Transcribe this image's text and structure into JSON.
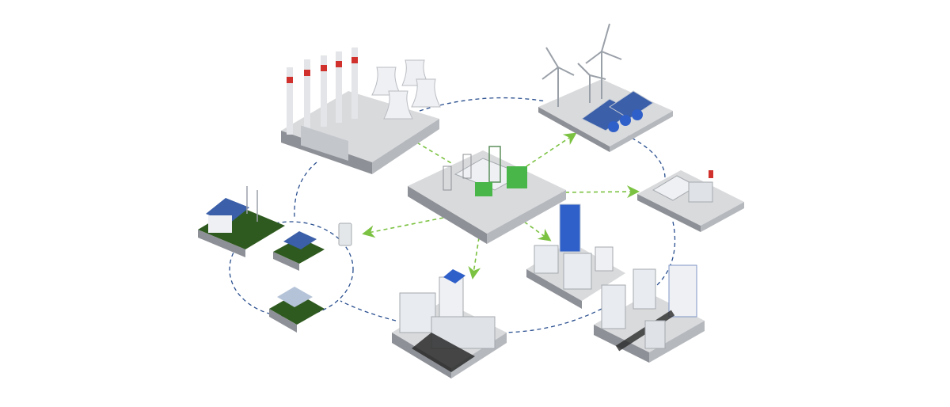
{
  "colors": {
    "background": "#ffffff",
    "link_dashed": "#2a4f8f",
    "flow_arrow": "#7cc242",
    "platform_top": "#d9dadc",
    "platform_side": "#8d9096",
    "building": "#e8ebef",
    "glass_blue": "#2f5fc9",
    "solar": "#3b5fa8",
    "grass": "#2f5a1f",
    "substation_green": "#49b649",
    "chimney_red": "#d0312d"
  },
  "nodes": [
    {
      "id": "thermal-power-plant",
      "icon": "power-plant-icon"
    },
    {
      "id": "wind-solar-farm",
      "icon": "wind-turbine-icon"
    },
    {
      "id": "substation",
      "icon": "substation-icon"
    },
    {
      "id": "industrial-facility",
      "icon": "factory-icon"
    },
    {
      "id": "residential-houses",
      "icon": "house-icon"
    },
    {
      "id": "distribution-cabinet",
      "icon": "cabinet-icon"
    },
    {
      "id": "office-district",
      "icon": "office-building-icon"
    },
    {
      "id": "commercial-district",
      "icon": "skyscraper-icon"
    },
    {
      "id": "city-block",
      "icon": "city-icon"
    }
  ]
}
